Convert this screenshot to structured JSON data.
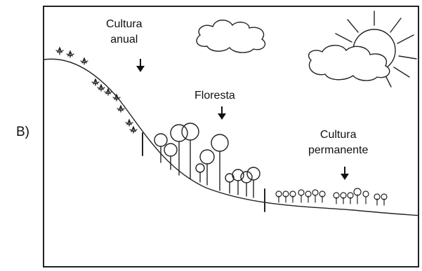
{
  "panel_label": "B)",
  "labels": {
    "annual_crop": [
      "Cultura",
      "anual"
    ],
    "forest": "Floresta",
    "permanent_crop": [
      "Cultura",
      "permanente"
    ]
  },
  "colors": {
    "line": "#222222",
    "background": "#ffffff"
  }
}
